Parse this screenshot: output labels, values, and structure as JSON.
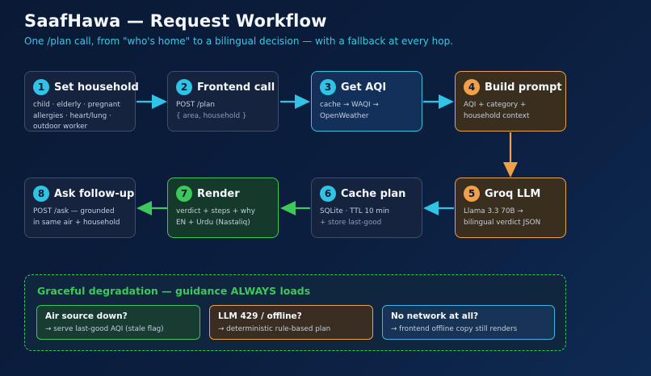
{
  "title": "SaafHawa — Request Workflow",
  "subtitle": "One /plan call, from \"who's home\" to a bilingual decision — with a fallback at every hop.",
  "colors": {
    "cyan": "#2fc3e6",
    "orange": "#f0a04a",
    "green": "#3cc85a",
    "background": "#0b1e3e"
  },
  "steps": [
    {
      "num": "1",
      "title": "Set household",
      "lines": [
        "child · elderly · pregnant",
        "allergies · heart/lung ·",
        "outdoor worker"
      ]
    },
    {
      "num": "2",
      "title": "Frontend call",
      "lines": [
        "POST /plan",
        "{ area, household }"
      ]
    },
    {
      "num": "3",
      "title": "Get AQI",
      "lines": [
        "cache → WAQI →",
        "OpenWeather"
      ]
    },
    {
      "num": "4",
      "title": "Build prompt",
      "lines": [
        "AQI + category +",
        "household context"
      ]
    },
    {
      "num": "5",
      "title": "Groq LLM",
      "lines": [
        "Llama 3.3 70B →",
        "bilingual verdict JSON"
      ]
    },
    {
      "num": "6",
      "title": "Cache plan",
      "lines": [
        "SQLite · TTL 10 min",
        "+ store last-good"
      ]
    },
    {
      "num": "7",
      "title": "Render",
      "lines": [
        "verdict + steps + why",
        "EN + Urdu (Nastaliq)"
      ]
    },
    {
      "num": "8",
      "title": "Ask follow-up",
      "lines": [
        "POST /ask — grounded",
        "in same air + household"
      ]
    }
  ],
  "degradation": {
    "title": "Graceful degradation — guidance ALWAYS loads",
    "cards": [
      {
        "title": "Air source down?",
        "desc": "→ serve last-good AQI (stale flag)"
      },
      {
        "title": "LLM 429 / offline?",
        "desc": "→ deterministic rule-based plan"
      },
      {
        "title": "No network at all?",
        "desc": "→ frontend offline copy still renders"
      }
    ]
  }
}
